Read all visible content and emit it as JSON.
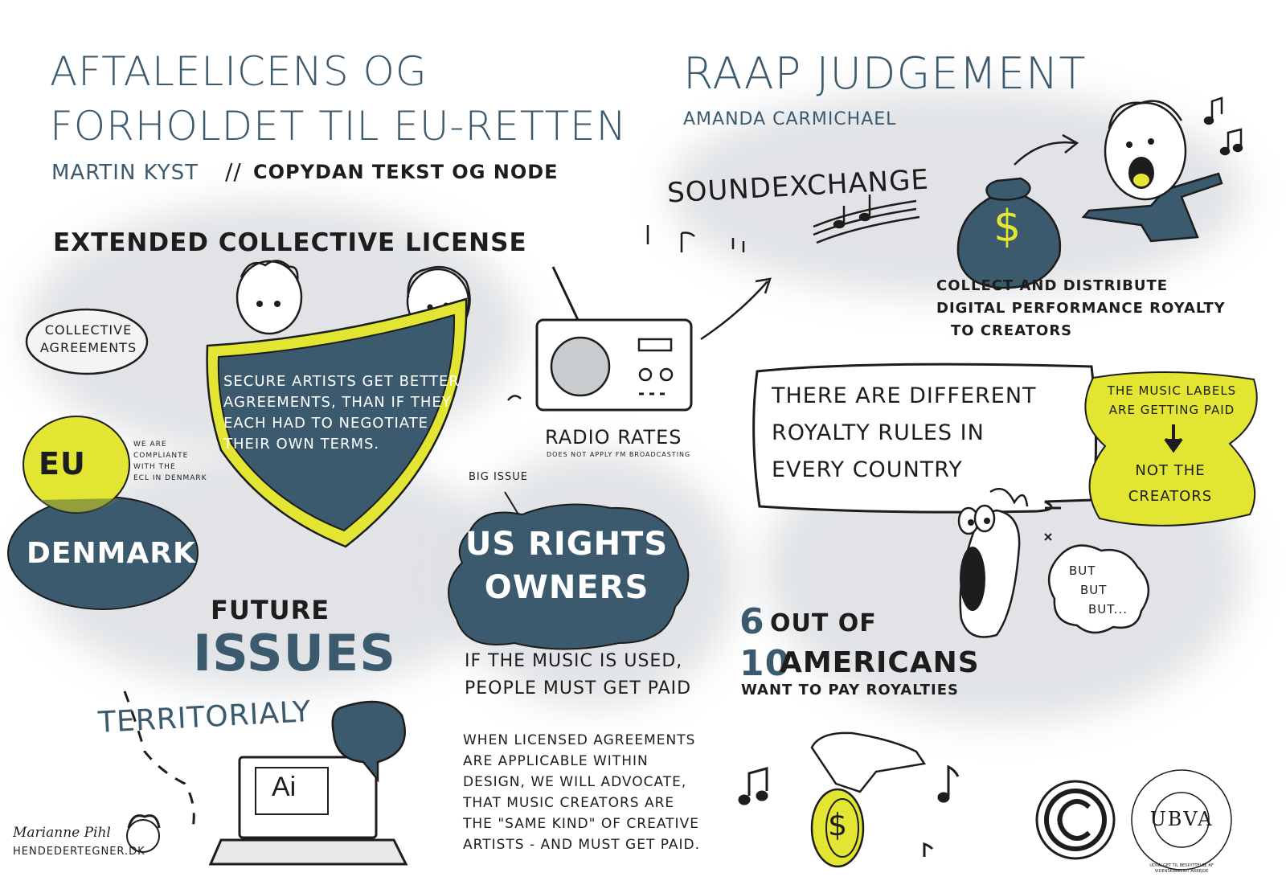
{
  "colors": {
    "navy": "#3c5a6e",
    "yellow": "#e2e632",
    "ink": "#1d1d1d",
    "wash": "#dcdfe2"
  },
  "left": {
    "title_line1": "AFTALELICENS OG",
    "title_line2": "FORHOLDET TIL EU-RETTEN",
    "speaker": "MARTIN KYST",
    "separator": "//",
    "organization": "COPYDAN TEKST OG NODE",
    "ecl_heading": "EXTENDED COLLECTIVE LICENSE",
    "collective_agreements": [
      "COLLECTIVE",
      "AGREEMENTS"
    ],
    "shield_text": [
      "SECURE ARTISTS GET BETTER",
      "AGREEMENTS, THAN IF THEY",
      "EACH  HAD TO NEGOTIATE",
      "THEIR OWN TERMS."
    ],
    "eu_label": "EU",
    "denmark_label": "DENMARK",
    "compliance_note": [
      "WE ARE",
      "COMPLIANTE",
      "WITH THE",
      "ECL IN DENMARK"
    ],
    "future": "FUTURE",
    "issues": "ISSUES",
    "territorialy": "TERRITORIALY",
    "laptop_label": "Ai",
    "signature": "Marianne Pihl",
    "website": "HENDEDERTEGNER.DK"
  },
  "middle": {
    "radio_rates": "RADIO RATES",
    "radio_note": "DOES NOT APPLY  FM BROADCASTING",
    "big_issue": "BIG ISSUE",
    "us_rights_owners": [
      "US RIGHTS",
      "OWNERS"
    ],
    "music_used": [
      "IF THE MUSIC IS USED,",
      "PEOPLE MUST GET PAID"
    ],
    "licensed_agreements": [
      "WHEN LICENSED AGREEMENTS",
      "ARE APPLICABLE WITHIN",
      "DESIGN, WE WILL ADVOCATE,",
      "THAT MUSIC CREATORS ARE",
      "THE \"SAME KIND\" OF CREATIVE",
      "ARTISTS - AND MUST GET PAID."
    ]
  },
  "right": {
    "title": "RAAP JUDGEMENT",
    "speaker": "AMANDA CARMICHAEL",
    "soundexchange": "SOUNDEXCHANGE",
    "money_symbol": "$",
    "collect_distribute": [
      "COLLECT AND DISTRIBUTE",
      "DIGITAL PERFORMANCE ROYALTY",
      "TO CREATORS"
    ],
    "royalty_rules": [
      "THERE ARE DIFFERENT",
      "ROYALTY RULES IN",
      "EVERY COUNTRY"
    ],
    "labels_paid": [
      "THE MUSIC LABELS",
      "ARE GETTING PAID"
    ],
    "not_creators": [
      "NOT THE",
      "CREATORS"
    ],
    "but_but": [
      "BUT",
      "BUT",
      "BUT..."
    ],
    "six_out_of": "6",
    "out_of": "OUT OF",
    "ten": "10",
    "americans": "AMERICANS",
    "want_to_pay": "WANT TO PAY ROYALTIES",
    "logo_copyright": "©",
    "logo_ubva": "UBVA",
    "logo_ubva_ring": "UDVALGET TIL BESKYTTELSE AF VIDENSKABELIGT ARBEJDE"
  }
}
